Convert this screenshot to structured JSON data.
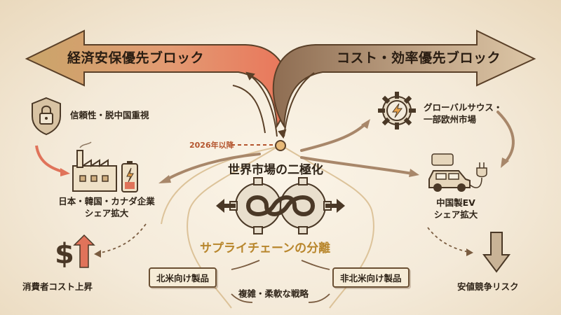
{
  "left_banner": "経済安保優先ブロック",
  "right_banner": "コスト・効率優先ブロック",
  "year_label": "2026年以降",
  "center_title": "世界市場の二極化",
  "supply_chain_title": "サプライチェーンの分離",
  "left_block": {
    "trust": "信頼性・脱中国重視",
    "companies_line1": "日本・韓国・カナダ企業",
    "companies_line2": "シェア拡大",
    "consumer_cost": "消費者コスト上昇"
  },
  "right_block": {
    "global_south_line1": "グローバルサウス・",
    "global_south_line2": "一部欧州市場",
    "china_ev_line1": "中国製EV",
    "china_ev_line2": "シェア拡大",
    "price_war": "安値競争リスク"
  },
  "products": {
    "north_america": "北米向け製品",
    "non_north_america": "非北米向け製品",
    "strategy": "複雑・柔軟な戦略"
  },
  "icons": [
    "lock-shield-icon",
    "factory-icon",
    "battery-icon",
    "dollar-up-icon",
    "gear-bolt-icon",
    "car-charger-icon",
    "down-arrow-icon",
    "infinity-gears-icon"
  ],
  "colors": {
    "left_arrow_tip": "#e8856a",
    "left_arrow_body": "#c9a46a",
    "right_arrow": "#9f8268",
    "accent_gold": "#b8862c",
    "accent_red": "#b4552e"
  }
}
